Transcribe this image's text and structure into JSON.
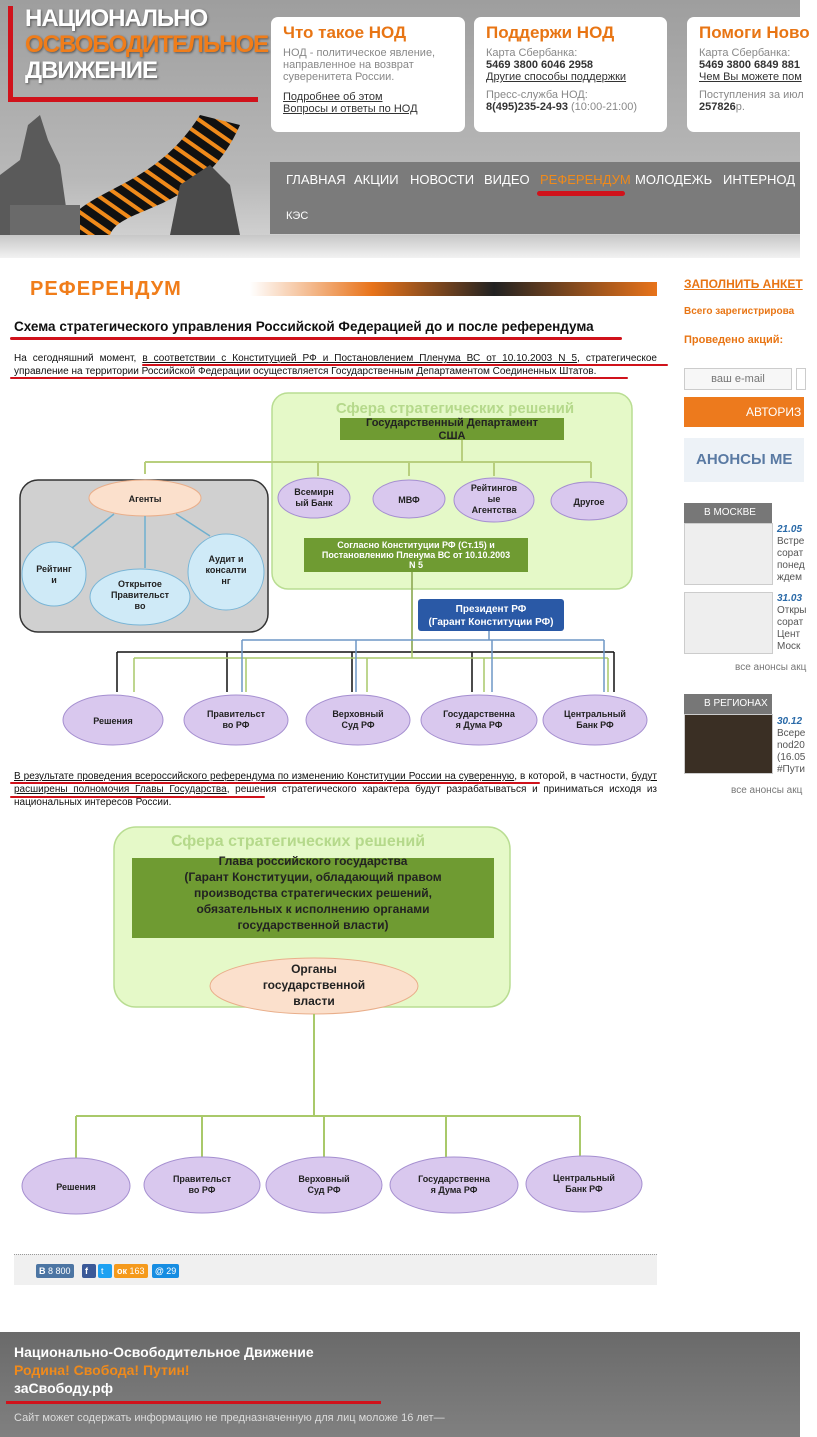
{
  "logo": {
    "line1": "НАЦИОНАЛЬНО",
    "line2": "ОСВОБОДИТЕЛЬНОЕ",
    "line3": "ДВИЖЕНИЕ"
  },
  "cards": [
    {
      "title": "Что такое НОД",
      "text": "НОД - политическое явление, направленное на возврат суверенитета России.",
      "link1": "Подробнее об этом",
      "link2": "Вопросы и ответы по НОД"
    },
    {
      "title": "Поддержи НОД",
      "line1": "Карта Сбербанка:",
      "line2": "5469 3800 6046 2958",
      "link1": "Другие способы поддержки",
      "line3": "Пресс-служба НОД:",
      "phone": "8(495)235-24-93",
      "hours": "(10:00-21:00)"
    },
    {
      "title": "Помоги Ново",
      "line1": "Карта Сбербанка:",
      "line2": "5469 3800 6849 881",
      "link1": "Чем Вы можете пом",
      "line3": "Поступления за июл",
      "amount": "257826",
      "unit": "р."
    }
  ],
  "nav": [
    "ГЛАВНАЯ",
    "АКЦИИ",
    "НОВОСТИ",
    "ВИДЕО",
    "РЕФЕРЕНДУМ",
    "МОЛОДЕЖЬ",
    "ИНТЕРНОД",
    "КЭС"
  ],
  "page": {
    "heading": "РЕФЕРЕНДУМ",
    "title": "Схема стратегического управления Российской Федерацией до и после референдума",
    "p1_a": "На сегодняшний момент, ",
    "p1_b": "в соответствии с Конституцией РФ и Постановлением Пленума ВС от 10.10.2003 N 5",
    "p1_c": ", стратегическое управление на территории Российской Федерации осуществляется Государственным Департаментом Соединенных Штатов",
    "p1_d": ".",
    "p2_a": "В результате проведения всероссийского референдума по изменению Конституции России на суверенную",
    "p2_b": ", в которой, в частности, ",
    "p2_c": "будут расширены полномочия Главы Государства",
    "p2_d": ", решения стратегического характера будут разрабатываться и приниматься исходя из национальных интересов России."
  },
  "diagram1": {
    "sphere": "Сфера стратегических решений",
    "dept": [
      "Государственный Департамент",
      "США"
    ],
    "orgs": [
      [
        "Всемирн",
        "ый Банк"
      ],
      [
        "МВФ"
      ],
      [
        "Рейтингов",
        "ые",
        "Агентства"
      ],
      [
        "Другое"
      ]
    ],
    "constitution": [
      "Согласно Конституции РФ (Ст.15) и",
      "Постановлению Пленума ВС от 10.10.2003",
      "N 5"
    ],
    "agents": "Агенты",
    "rating": [
      "Рейтинг",
      "и"
    ],
    "openGov": [
      "Открытое",
      "Правительст",
      "во"
    ],
    "audit": [
      "Аудит и",
      "консалти",
      "нг"
    ],
    "president": [
      "Президент РФ",
      "(Гарант Конституции РФ)"
    ],
    "bottom": [
      [
        "Решения"
      ],
      [
        "Правительст",
        "во РФ"
      ],
      [
        "Верховный",
        "Суд РФ"
      ],
      [
        "Государственна",
        "я Дума РФ"
      ],
      [
        "Центральный",
        "Банк РФ"
      ]
    ]
  },
  "diagram2": {
    "sphere": "Сфера стратегических решений",
    "head": [
      "Глава российского государства",
      "(Гарант Конституции,  обладающий правом",
      "производства стратегических решений,",
      "обязательных к исполнению органами",
      "государственной власти)"
    ],
    "organs": [
      "Органы",
      "государственной",
      "власти"
    ],
    "bottom": [
      [
        "Решения"
      ],
      [
        "Правительст",
        "во РФ"
      ],
      [
        "Верховный",
        "Суд РФ"
      ],
      [
        "Государственна",
        "я Дума РФ"
      ],
      [
        "Центральный",
        "Банк РФ"
      ]
    ]
  },
  "share": {
    "vk": "8 800",
    "ok": "163",
    "mail": "29"
  },
  "sidebar": {
    "form_title": "ЗАПОЛНИТЬ АНКЕТ",
    "registered": "Всего зарегистрирова",
    "actions": "Проведено акций:",
    "email_placeholder": "ваш e-mail",
    "auth": "АВТОРИЗ",
    "anons": "АНОНСЫ МЕ",
    "moscow_tab": "В МОСКВЕ",
    "m1_date": "21.05",
    "m1_text": [
      "Встре",
      "сорат",
      "понед",
      "ждем"
    ],
    "m2_date": "31.03",
    "m2_text": [
      "Откры",
      "сорат",
      "Цент",
      "Моск"
    ],
    "all_anons": "все анонсы акц",
    "regions_tab": "В РЕГИОНАХ",
    "r1_date": "30.12",
    "r1_text": [
      "Всере",
      "nod20",
      "(16.05",
      "#Пути"
    ],
    "all_anons2": "все анонсы акц"
  },
  "footer": {
    "name": "Национально-Освободительное Движение",
    "slogan": "Родина! Свобода! Путин!",
    "site": "заСвободу.рф",
    "note": "Сайт может содержать информацию не предназначенную для лиц моложе 16 лет—"
  }
}
